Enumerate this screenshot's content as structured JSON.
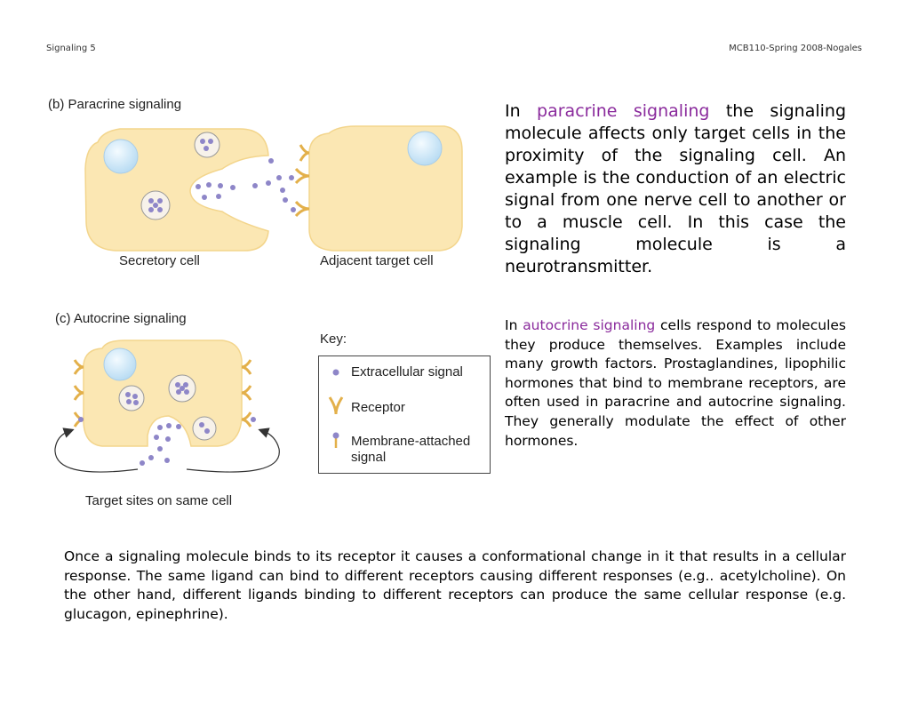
{
  "header": {
    "left": "Signaling 5",
    "right": "MCB110-Spring 2008-Nogales"
  },
  "figure_b": {
    "label": "(b)  Paracrine signaling",
    "secretory_cell": "Secretory cell",
    "target_cell": "Adjacent target cell"
  },
  "figure_c": {
    "label": "(c)  Autocrine signaling",
    "caption": "Target sites on same cell"
  },
  "key": {
    "title": "Key:",
    "extracellular": "Extracellular signal",
    "receptor": "Receptor",
    "membrane_line1": "Membrane-attached",
    "membrane_line2": "signal"
  },
  "paracrine_text": {
    "before": "In ",
    "highlight": "paracrine signaling",
    "after": " the signaling molecule affects only target cells in the proximity of the signaling cell. An example is the conduction of an electric signal from one nerve cell to another or to a muscle cell. In this case the signaling molecule is a neurotransmitter."
  },
  "autocrine_text": {
    "before": "In ",
    "highlight": "autocrine signaling",
    "after": " cells respond to molecules they produce themselves. Examples include many growth factors. Prostaglandines, lipophilic hormones that bind to membrane receptors, are often used in paracrine and autocrine signaling. They generally modulate the effect of other hormones."
  },
  "receptor_text": "Once a signaling molecule binds to its receptor it causes a conformational change in it that results in a cellular response. The same ligand can bind to different receptors causing different responses (e.g.. acetylcholine). On the other hand, different ligands binding to different receptors can produce the same cellular response (e.g. glucagon, epinephrine).",
  "colors": {
    "cell_fill": "#fbe7b3",
    "nucleus": "#cfe6f7",
    "signal": "#8e86c8",
    "receptor": "#e3b04a",
    "highlight": "#8a2a9c"
  }
}
